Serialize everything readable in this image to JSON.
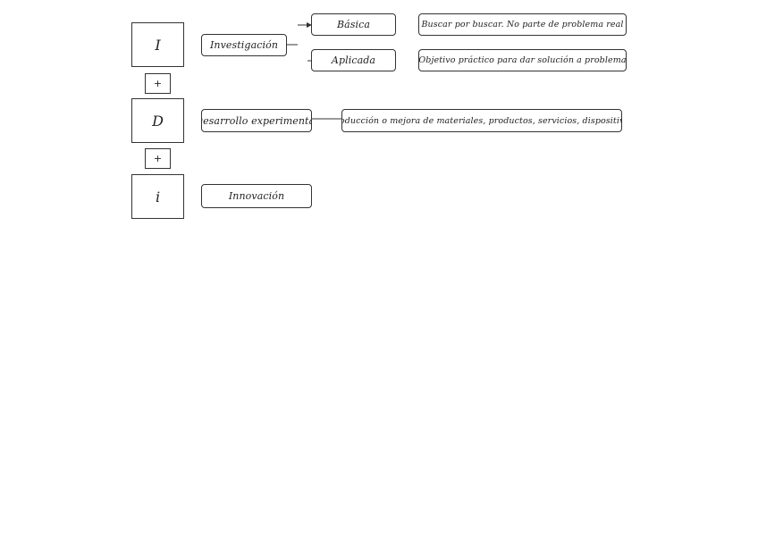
{
  "acronym": {
    "letters": [
      "I",
      "D",
      "i"
    ],
    "plus": "+"
  },
  "nodes": {
    "investigacion": "Investigación",
    "basica": "Básica",
    "aplicada": "Aplicada",
    "desarrollo": "Desarrollo experimental",
    "innovacion": "Innovación"
  },
  "descriptions": {
    "basica": "Buscar por buscar. No parte de problema real",
    "aplicada": "Objetivo práctico para dar solución a problema",
    "desarrollo": "Producción o mejora de materiales, productos, servicios, dispositivos"
  }
}
